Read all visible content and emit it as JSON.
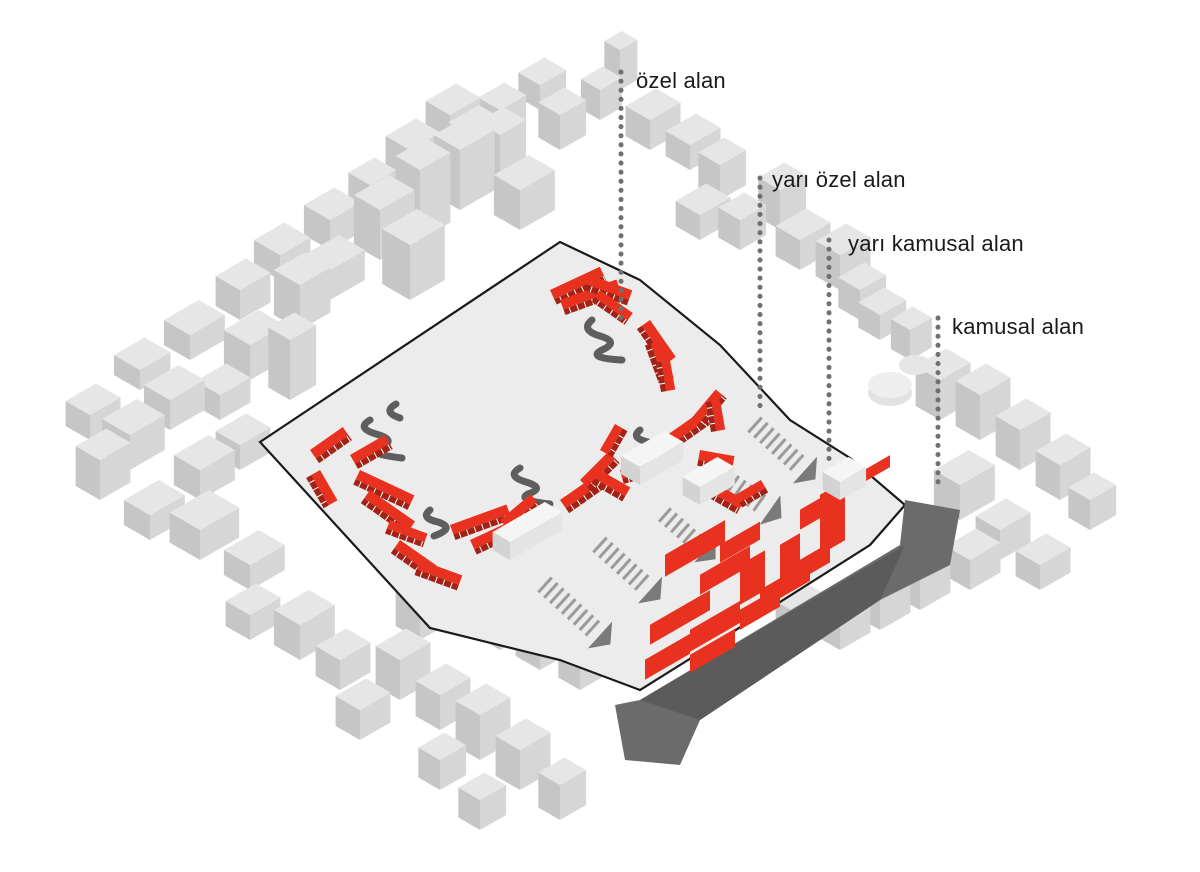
{
  "labels": {
    "ozel": "özel alan",
    "yari_ozel": "yarı özel alan",
    "yari_kamusal": "yarı kamusal alan",
    "kamusal": "kamusal alan"
  },
  "colors": {
    "accent_red": "#e8321f",
    "context_building": "#e6e6e6",
    "site_ground": "#ececec",
    "street": "#6b6b6b",
    "arrow": "#7a7a7a",
    "leader_dots": "#707070"
  }
}
